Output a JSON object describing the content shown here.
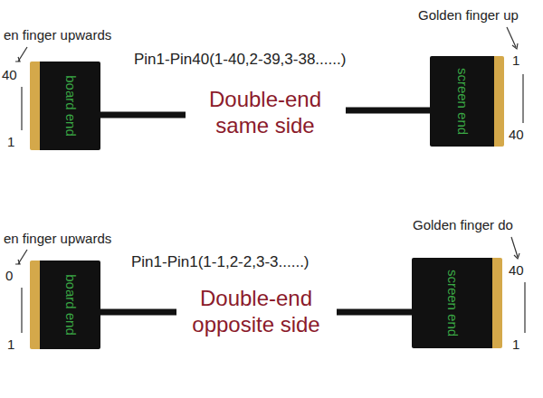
{
  "diagram": {
    "nodes": [
      {
        "text": [
          "board end"
        ]
      },
      {
        "text": [
          "screen end"
        ]
      },
      {
        "text": [
          "board end"
        ]
      },
      {
        "text": [
          "screen end"
        ]
      }
    ],
    "edges": [
      {
        "from": 0,
        "to": 1,
        "arrow": "none",
        "label": "Double-end same side"
      },
      {
        "from": 2,
        "to": 3,
        "arrow": "none",
        "label": "Double-end opposite side"
      }
    ],
    "labels": [
      "en finger upwards",
      "40",
      "1",
      "Pin1-Pin40(1-40,2-39,3-38......)",
      "Golden finger up",
      "1",
      "40",
      "en finger upwards",
      "0",
      "1",
      "Pin1-Pin1(1-1,2-2,3-3......)",
      "Golden finger do",
      "40",
      "1"
    ]
  }
}
